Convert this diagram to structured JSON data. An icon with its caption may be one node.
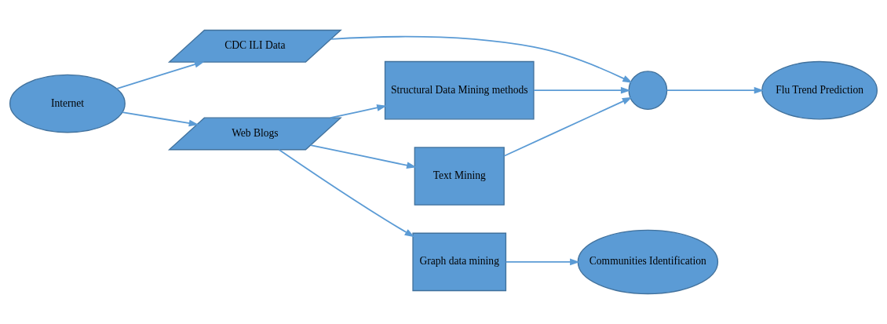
{
  "diagram": {
    "nodes": [
      {
        "text": [
          "Internet"
        ]
      },
      {
        "text": [
          "CDC ILI Data"
        ]
      },
      {
        "text": [
          "Web Blogs"
        ]
      },
      {
        "text": [
          "Structural Data Mining methods"
        ]
      },
      {
        "text": [
          "Text Mining"
        ]
      },
      {
        "text": [
          "Graph data mining"
        ]
      },
      {
        "text": [],
        "shape": "circle"
      },
      {
        "text": [
          "Flu Trend Prediction"
        ]
      },
      {
        "text": [
          "Communities Identification"
        ]
      }
    ],
    "edges": [
      {
        "from": 0,
        "to": 1,
        "arrow": "to"
      },
      {
        "from": 0,
        "to": 2,
        "arrow": "to"
      },
      {
        "from": 1,
        "to": 6,
        "arrow": "to"
      },
      {
        "from": 2,
        "to": 3,
        "arrow": "to"
      },
      {
        "from": 2,
        "to": 4,
        "arrow": "to"
      },
      {
        "from": 2,
        "to": 5,
        "arrow": "to"
      },
      {
        "from": 3,
        "to": 6,
        "arrow": "to"
      },
      {
        "from": 4,
        "to": 6,
        "arrow": "to"
      },
      {
        "from": 6,
        "to": 7,
        "arrow": "to"
      },
      {
        "from": 5,
        "to": 8,
        "arrow": "to"
      }
    ]
  }
}
